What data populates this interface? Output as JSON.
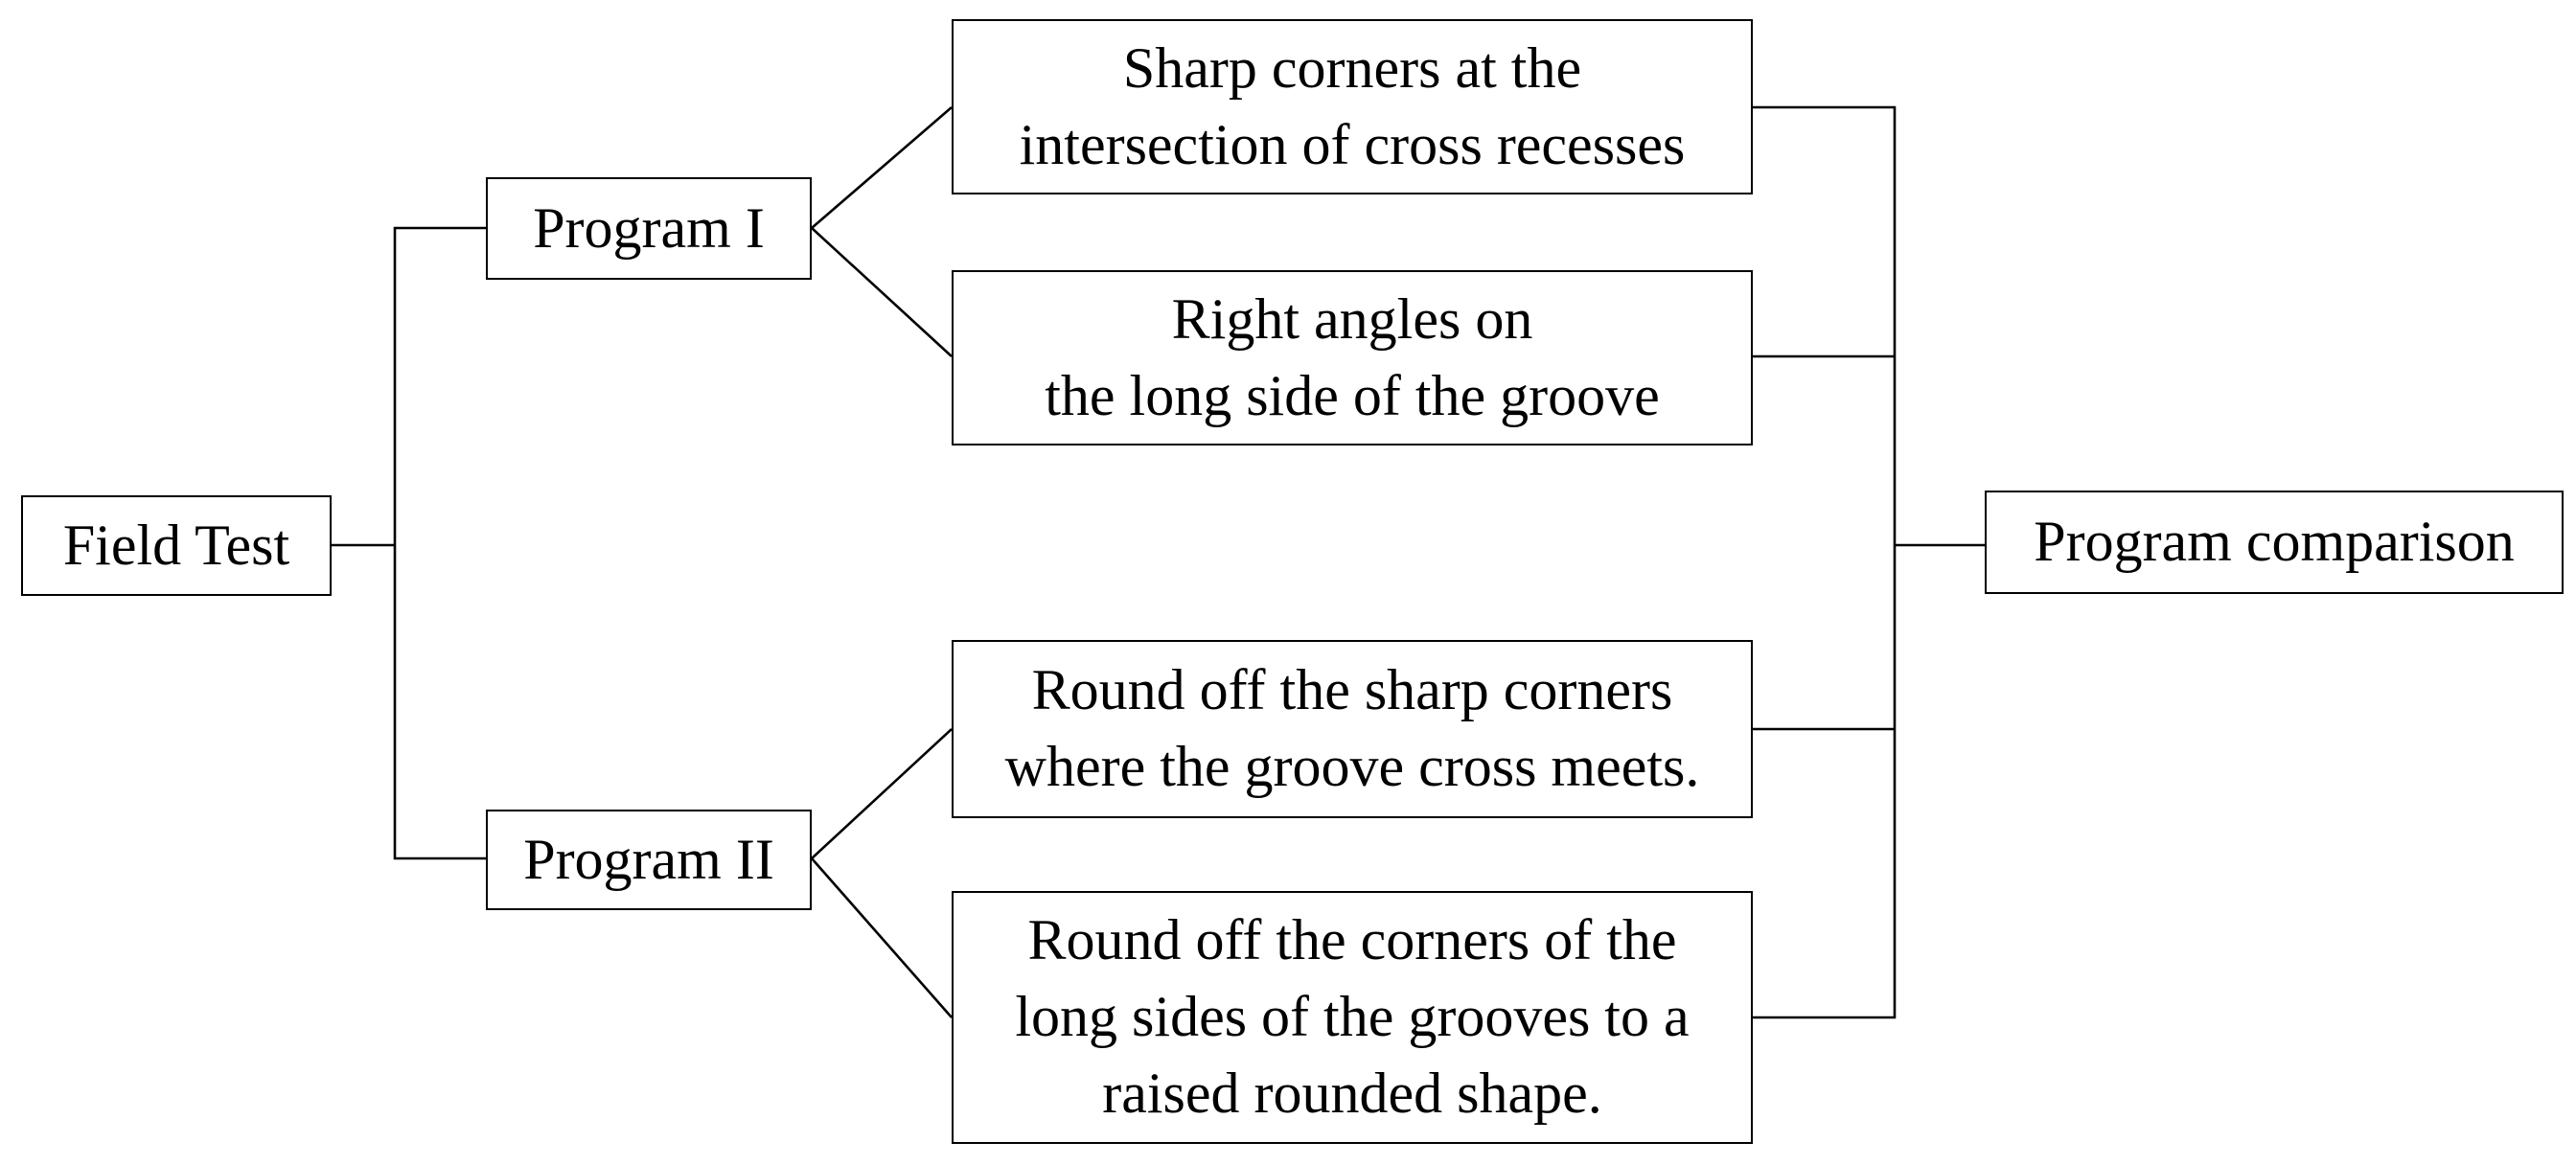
{
  "nodes": {
    "field_test": "Field Test",
    "program_1": "Program I",
    "program_2": "Program II",
    "program_1_option_a": "Sharp corners at the\nintersection of cross recesses",
    "program_1_option_b": "Right angles on\nthe long side of the groove",
    "program_2_option_a": "Round off the sharp corners\nwhere the groove cross meets.",
    "program_2_option_b": "Round off the corners of the\nlong sides of the grooves to a\nraised rounded shape.",
    "program_comparison": "Program comparison"
  }
}
